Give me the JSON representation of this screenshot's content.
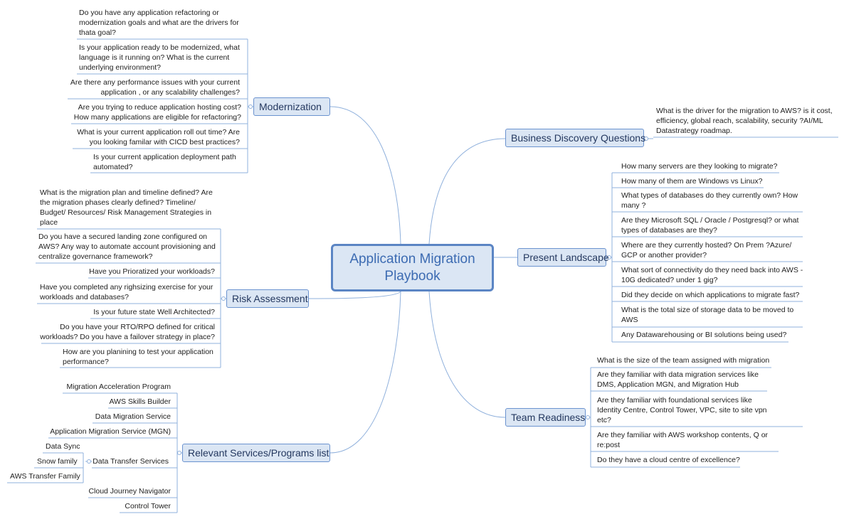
{
  "central": {
    "title": "Application Migration Playbook"
  },
  "colors": {
    "line": "#8fb0dc",
    "branch_fill": "#dbe6f4",
    "branch_border": "#6b93cf",
    "central_border": "#5b85c4"
  },
  "branches": {
    "modernization": {
      "label": "Modernization",
      "topics": [
        "Do you have any application refactoring or modernization goals and what are the drivers for thata goal?",
        "Is your application ready to be modernized, what language is it running on? What is the current underlying environment?",
        "Are there any performance issues with your current application , or any scalability challenges?",
        "Are you trying to reduce application hosting cost? How many applications are eligible for refactoring?",
        "What is your current application roll out time? Are you looking familar with CICD best practices?",
        "Is your current application deployment path automated?"
      ]
    },
    "risk": {
      "label": "Risk Assessment",
      "topics": [
        "What is the migration plan and timeline defined? Are the migration phases clearly defined? Timeline/ Budget/ Resources/ Risk Management Strategies in place",
        "Do you have a secured landing zone configured on AWS? Any way to automate account provisioning and centralize governance framework?",
        "Have you Prioratized your workloads?",
        "Have you completed any righsizing exercise for your workloads and databases?",
        "Is your future state Well Architected?",
        "Do you have your RTO/RPO defined for critical workloads? Do you have a failover strategy in place?",
        "How are you planining to test your application performance?"
      ]
    },
    "services": {
      "label": "Relevant Services/Programs list",
      "topics": [
        "Migration Acceleration Program",
        "AWS Skills Builder",
        "Data Migration Service",
        "Application Migration Service (MGN)",
        "Data Transfer Services",
        "Cloud Journey Navigator",
        "Control Tower"
      ],
      "subtopics": [
        "Data Sync",
        "Snow family",
        "AWS Transfer Family"
      ]
    },
    "business": {
      "label": "Business Discovery Questions",
      "topics": [
        "What is the driver for the migration to AWS? is it cost, efficiency, global reach, scalability, security ?AI/ML Datastrategy roadmap."
      ]
    },
    "landscape": {
      "label": "Present Landscape",
      "topics": [
        "How many servers are they looking to migrate?",
        "How many of them are Windows vs Linux?",
        "What types of databases do they currently own? How many ?",
        "Are they Microsoft SQL / Oracle / Postgresql? or what types of databases are they?",
        "Where are they currently hosted? On Prem ?Azure/ GCP or another provider?",
        "What sort of connectivity do they need back into AWS - 10G dedicated? under 1 gig?",
        "Did they decide on which applications to migrate fast?",
        "What is the total size of storage data to be moved to AWS",
        "Any Datawarehousing or BI solutions being used?"
      ]
    },
    "team": {
      "label": "Team Readiness",
      "topics": [
        "What is the size of the team assigned with migration",
        "Are they familiar with data migration services like DMS, Application MGN, and Migration Hub",
        "Are they familiar with foundational services like Identity Centre, Control Tower, VPC, site to site vpn etc?",
        "Are they familiar with AWS workshop contents, Q or re:post",
        "Do they have a cloud centre of excellence?"
      ]
    }
  }
}
